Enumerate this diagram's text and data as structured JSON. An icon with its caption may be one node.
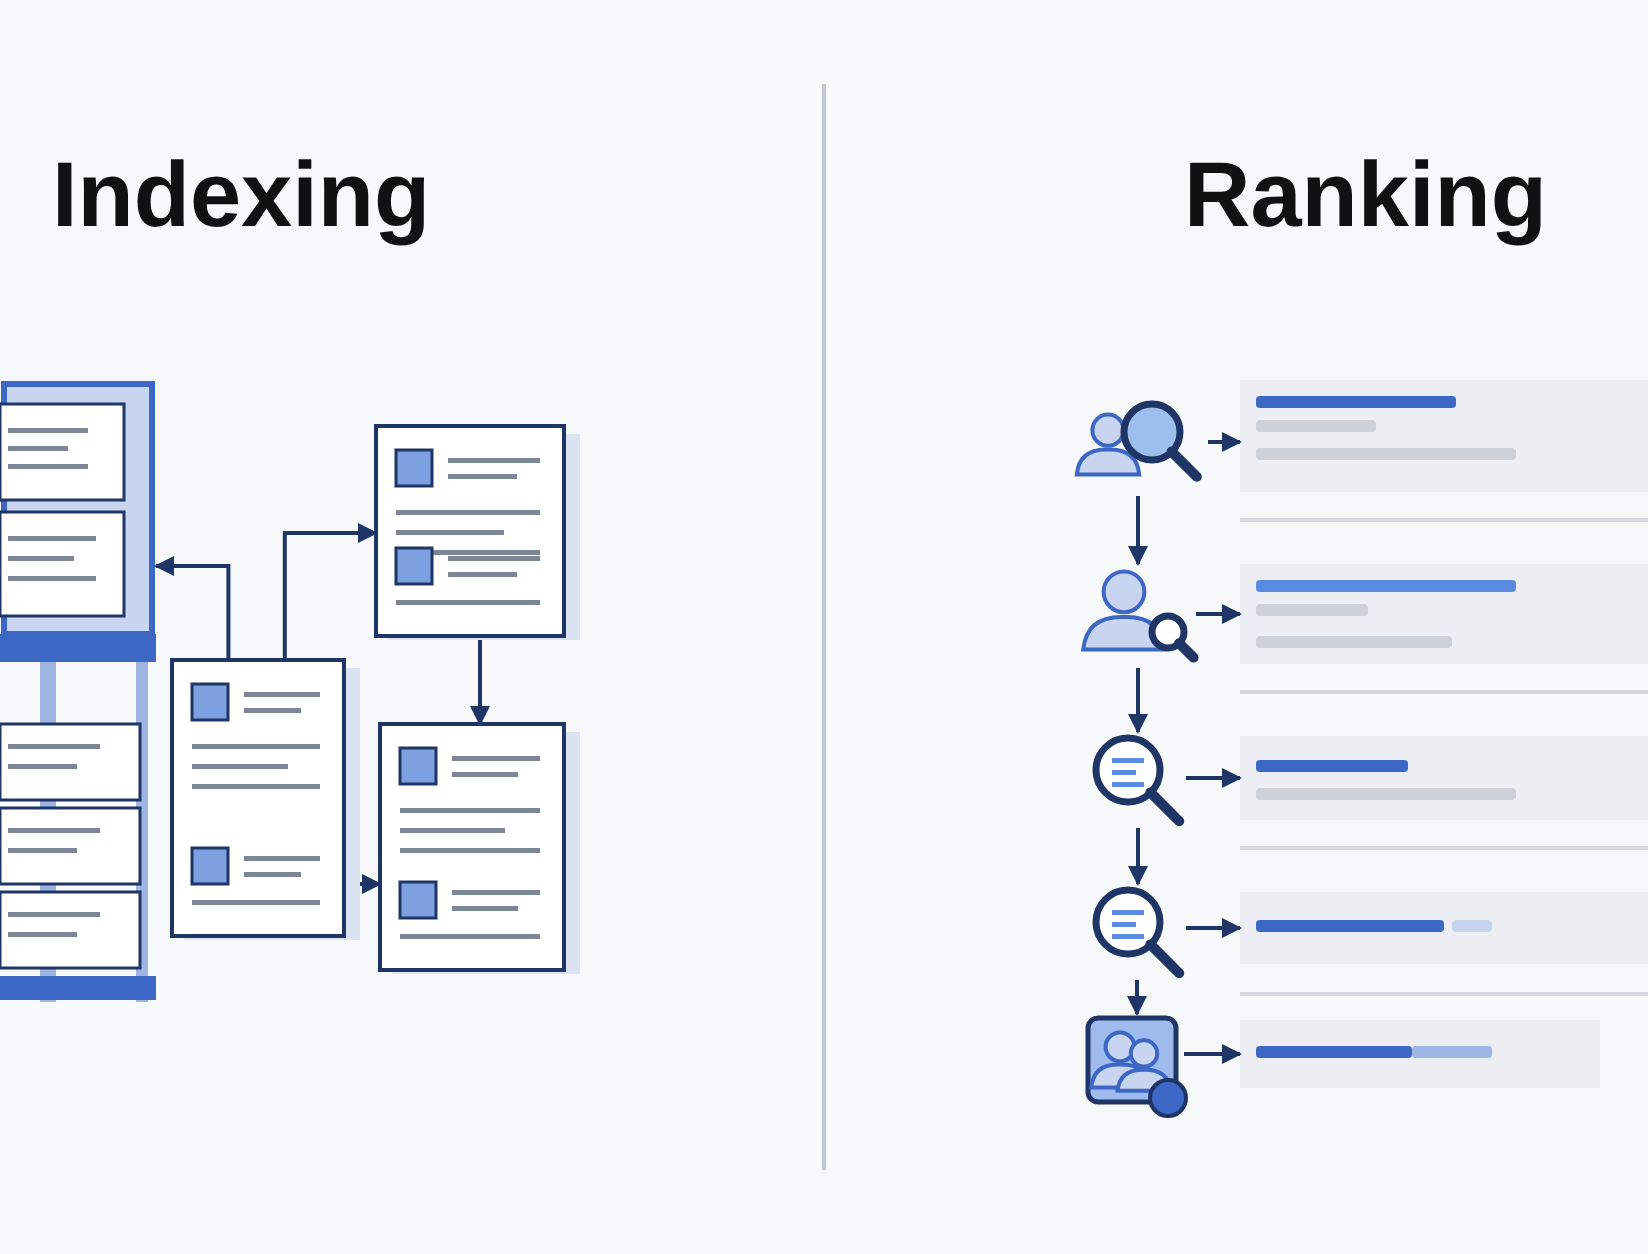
{
  "diagram": {
    "nodes": [
      {
        "text": [],
        "shape": "picture"
      },
      {
        "text": [],
        "shape": "picture"
      },
      {
        "text": [],
        "shape": "picture"
      },
      {
        "text": [],
        "shape": "picture"
      },
      {
        "text": [],
        "shape": "picture"
      },
      {
        "text": [],
        "shape": "box"
      },
      {
        "text": [],
        "shape": "picture"
      },
      {
        "text": [],
        "shape": "box"
      },
      {
        "text": [],
        "shape": "picture"
      },
      {
        "text": [],
        "shape": "box"
      },
      {
        "text": [],
        "shape": "picture"
      },
      {
        "text": [],
        "shape": "box"
      },
      {
        "text": [],
        "shape": "picture"
      },
      {
        "text": [],
        "shape": "box"
      }
    ],
    "edges": [
      {
        "from": 2,
        "to": 0,
        "arrow": "to"
      },
      {
        "from": 2,
        "to": 1,
        "arrow": "to"
      },
      {
        "from": 1,
        "to": 3,
        "arrow": "to"
      },
      {
        "from": 2,
        "to": 3,
        "arrow": "to"
      },
      {
        "from": 4,
        "to": 5,
        "arrow": "to"
      },
      {
        "from": 4,
        "to": 6,
        "arrow": "to"
      },
      {
        "from": 6,
        "to": 7,
        "arrow": "to"
      },
      {
        "from": 6,
        "to": 8,
        "arrow": "to"
      },
      {
        "from": 8,
        "to": 9,
        "arrow": "to"
      },
      {
        "from": 8,
        "to": 10,
        "arrow": "to"
      },
      {
        "from": 10,
        "to": 11,
        "arrow": "to"
      },
      {
        "from": 10,
        "to": 12,
        "arrow": "to"
      },
      {
        "from": 12,
        "to": 13,
        "arrow": "to"
      }
    ],
    "labels": [
      "Indexing",
      "Ranking"
    ]
  }
}
